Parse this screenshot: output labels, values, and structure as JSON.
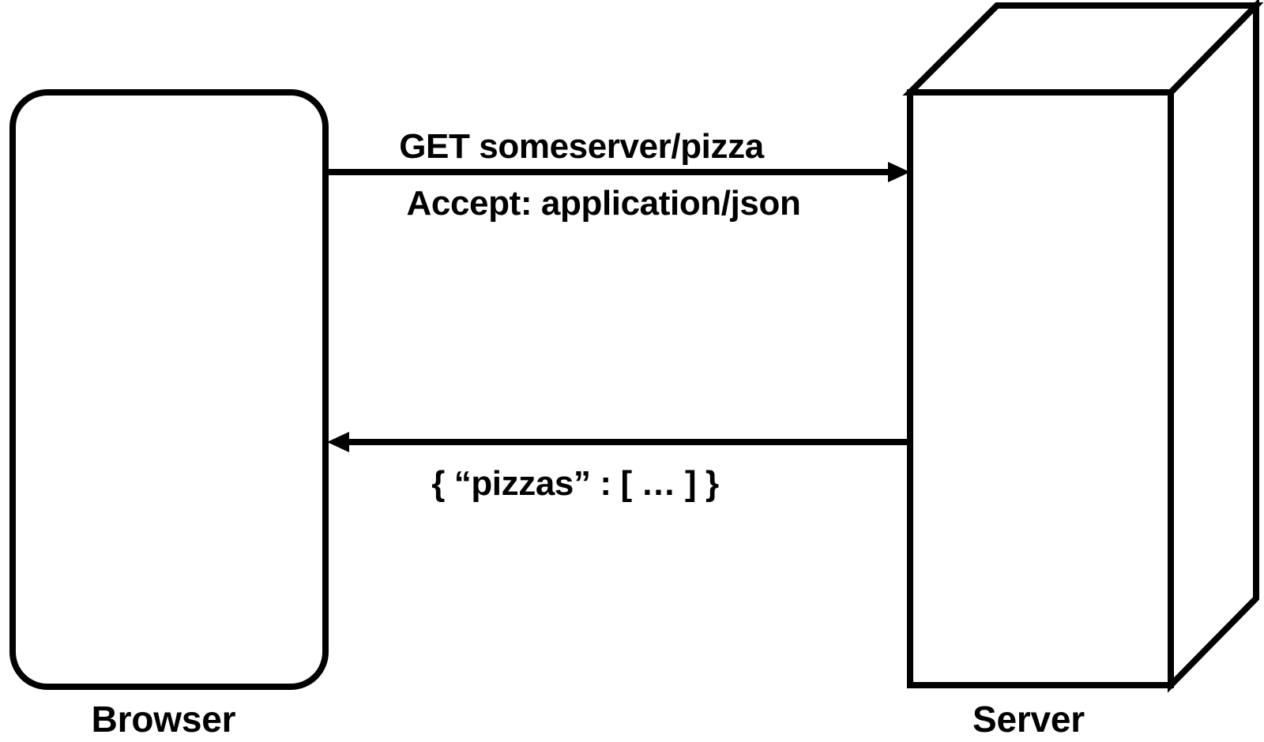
{
  "diagram": {
    "title": "Browser to Server HTTP request-response",
    "type": "sequence-diagram",
    "background_color": "#ffffff",
    "stroke_color": "#000000",
    "nodes": [
      {
        "id": "browser",
        "label": "Browser",
        "shape": "rounded-rectangle",
        "label_position": "below"
      },
      {
        "id": "server",
        "label": "Server",
        "shape": "3d-box",
        "label_position": "below"
      }
    ],
    "messages": [
      {
        "id": "request",
        "direction": "browser-to-server",
        "lines": [
          "GET someserver/pizza",
          "Accept: application/json"
        ],
        "line1": "GET someserver/pizza",
        "line2": "Accept: application/json"
      },
      {
        "id": "response",
        "direction": "server-to-browser",
        "lines": [
          "{ “pizzas” : [ … ] }"
        ],
        "line1": "{ “pizzas” : [ … ] }"
      }
    ]
  }
}
